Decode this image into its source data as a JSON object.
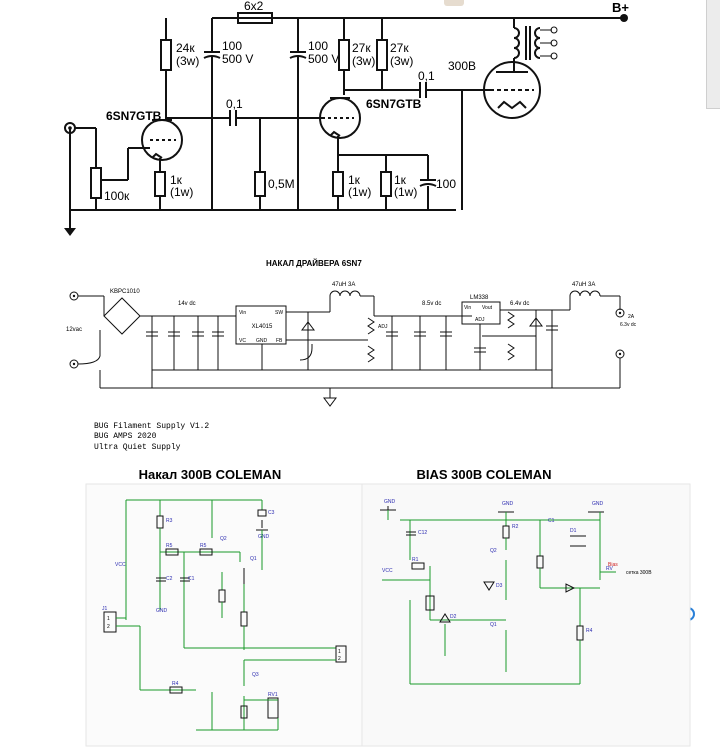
{
  "schematic1": {
    "b_plus": "B+",
    "r_top": "6x2",
    "r1_value": "24к",
    "r1_power": "(3w)",
    "c1_value": "100",
    "c1_voltage": "500 V",
    "c2_value": "100",
    "c2_voltage": "500 V",
    "r2_value": "27к",
    "r2_power": "(3w)",
    "r3_value": "27к",
    "r3_power": "(3w)",
    "c_coupling1": "0,1",
    "c_coupling2": "0,1",
    "tube1": "6SN7GTB",
    "tube2": "6SN7GTB",
    "tube_power": "300B",
    "pot_value": "100к",
    "rk1_value": "1к",
    "rk1_power": "(1w)",
    "rg_value": "0,5M",
    "rk2_value": "1к",
    "rk2_power": "(1w)",
    "rk3_value": "1к",
    "rk3_power": "(1w)",
    "ck_value": "100"
  },
  "schematic2": {
    "title": "НАКАЛ ДРАЙВЕРА 6SN7",
    "bridge": "KBPC1010",
    "input": "12vac",
    "v14": "14v dc",
    "reg1": "XL4015",
    "reg1_vin": "Vin",
    "reg1_sw": "SW",
    "reg1_vc": "VC",
    "reg1_gnd": "GND",
    "reg1_fb": "FB",
    "l1": "47uH 3A",
    "adj": "ADJ",
    "v85": "8.5v dc",
    "reg2": "LM338",
    "reg2_vin": "Vin",
    "reg2_vout": "Vout",
    "reg2_adj": "ADJ",
    "v64": "6.4v dc",
    "l2": "47uH 3A",
    "out_current": "2A",
    "out_voltage": "6.3v dc",
    "caption1": "BUG Filament Supply V1.2",
    "caption2": "BUG AMPS 2020",
    "caption3": "Ultra Quiet Supply"
  },
  "schematic3": {
    "title": "Накал  300B  COLEMAN",
    "c3": "C3",
    "gnd1": "GND",
    "r3": "R3",
    "r5": "R5",
    "q2": "Q2",
    "q1": "Q1",
    "c2": "C2",
    "c1": "C1",
    "gnd2": "GND",
    "vcc": "VCC",
    "j1": "J1",
    "pin1": "1",
    "pin2": "2",
    "out_pin1": "1",
    "out_pin2": "2",
    "r4": "R4",
    "q3": "Q3",
    "rv1": "RV1"
  },
  "schematic4": {
    "title": "BIAS 300B  COLEMAN",
    "gnd1": "GND",
    "gnd2": "GND",
    "gnd3": "GND",
    "c12": "C12",
    "r2": "R2",
    "c1": "C1",
    "d1": "D1",
    "vcc": "VCC",
    "r1": "R1",
    "q2": "Q2",
    "d3": "D3",
    "q1": "Q1",
    "d2": "D2",
    "r4": "R4",
    "rv": "RV",
    "out_label": "сетка 300B",
    "bias": "Bias"
  }
}
